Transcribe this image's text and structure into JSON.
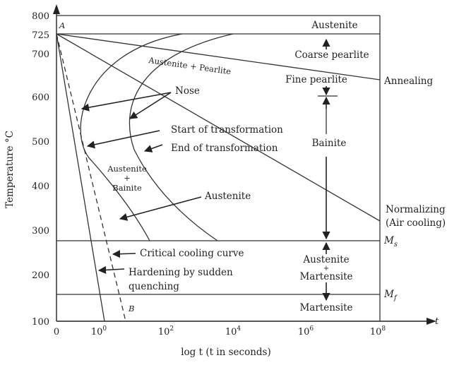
{
  "axes": {
    "y_label": "Temperature °C",
    "x_label": "log t (t in seconds)",
    "x_end_label": "t",
    "y_ticks": [
      "800",
      "725",
      "700",
      "600",
      "500",
      "400",
      "300",
      "200",
      "100"
    ],
    "x_ticks": [
      {
        "base": "0",
        "exp": ""
      },
      {
        "base": "10",
        "exp": "0"
      },
      {
        "base": "10",
        "exp": "2"
      },
      {
        "base": "10",
        "exp": "4"
      },
      {
        "base": "10",
        "exp": "6"
      },
      {
        "base": "10",
        "exp": "8"
      }
    ]
  },
  "points": {
    "a": "A",
    "b": "B"
  },
  "regions": {
    "austenite_top": "Austenite",
    "coarse_pearlite": "Coarse pearlite",
    "fine_pearlite": "Fine pearlite",
    "austenite_pearlite": "Austenite + Pearlite",
    "bainite": "Bainite",
    "austenite_bainite_1": "Austenite",
    "austenite_bainite_plus": "+",
    "austenite_bainite_2": "Bainite",
    "austenite_martensite_1": "Austenite",
    "austenite_martensite_plus": "+",
    "austenite_martensite_2": "Martensite",
    "martensite": "Martensite"
  },
  "annotations": {
    "nose": "Nose",
    "start": "Start of transformation",
    "end": "End of transformation",
    "austenite": "Austenite",
    "critical": "Critical cooling curve",
    "hardening_1": "Hardening by sudden",
    "hardening_2": "quenching",
    "annealing": "Annealing",
    "normalizing_1": "Normalizing",
    "normalizing_2": "(Air cooling)",
    "ms_base": "M",
    "ms_sub": "s",
    "mf_base": "M",
    "mf_sub": "f"
  }
}
